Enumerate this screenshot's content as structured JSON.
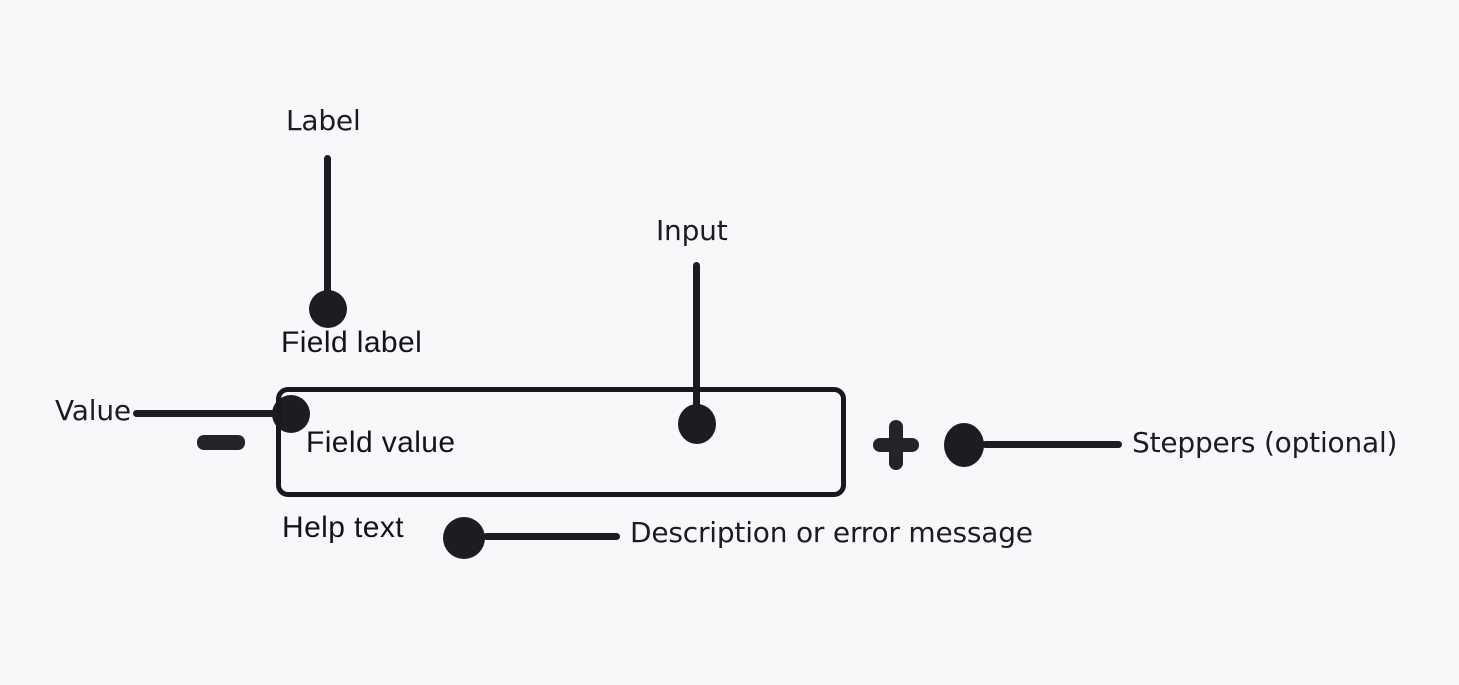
{
  "colors": {
    "background": "#f7f8fa",
    "ink": "#1b1d21"
  },
  "component": {
    "field_label": "Field label",
    "field_value": "Field value",
    "help_text": "Help text",
    "decrement_icon": "minus-icon",
    "increment_icon": "plus-icon"
  },
  "annotations": {
    "label": "Label",
    "input": "Input",
    "value": "Value",
    "steppers": "Steppers (optional)",
    "description": "Description or error message"
  }
}
